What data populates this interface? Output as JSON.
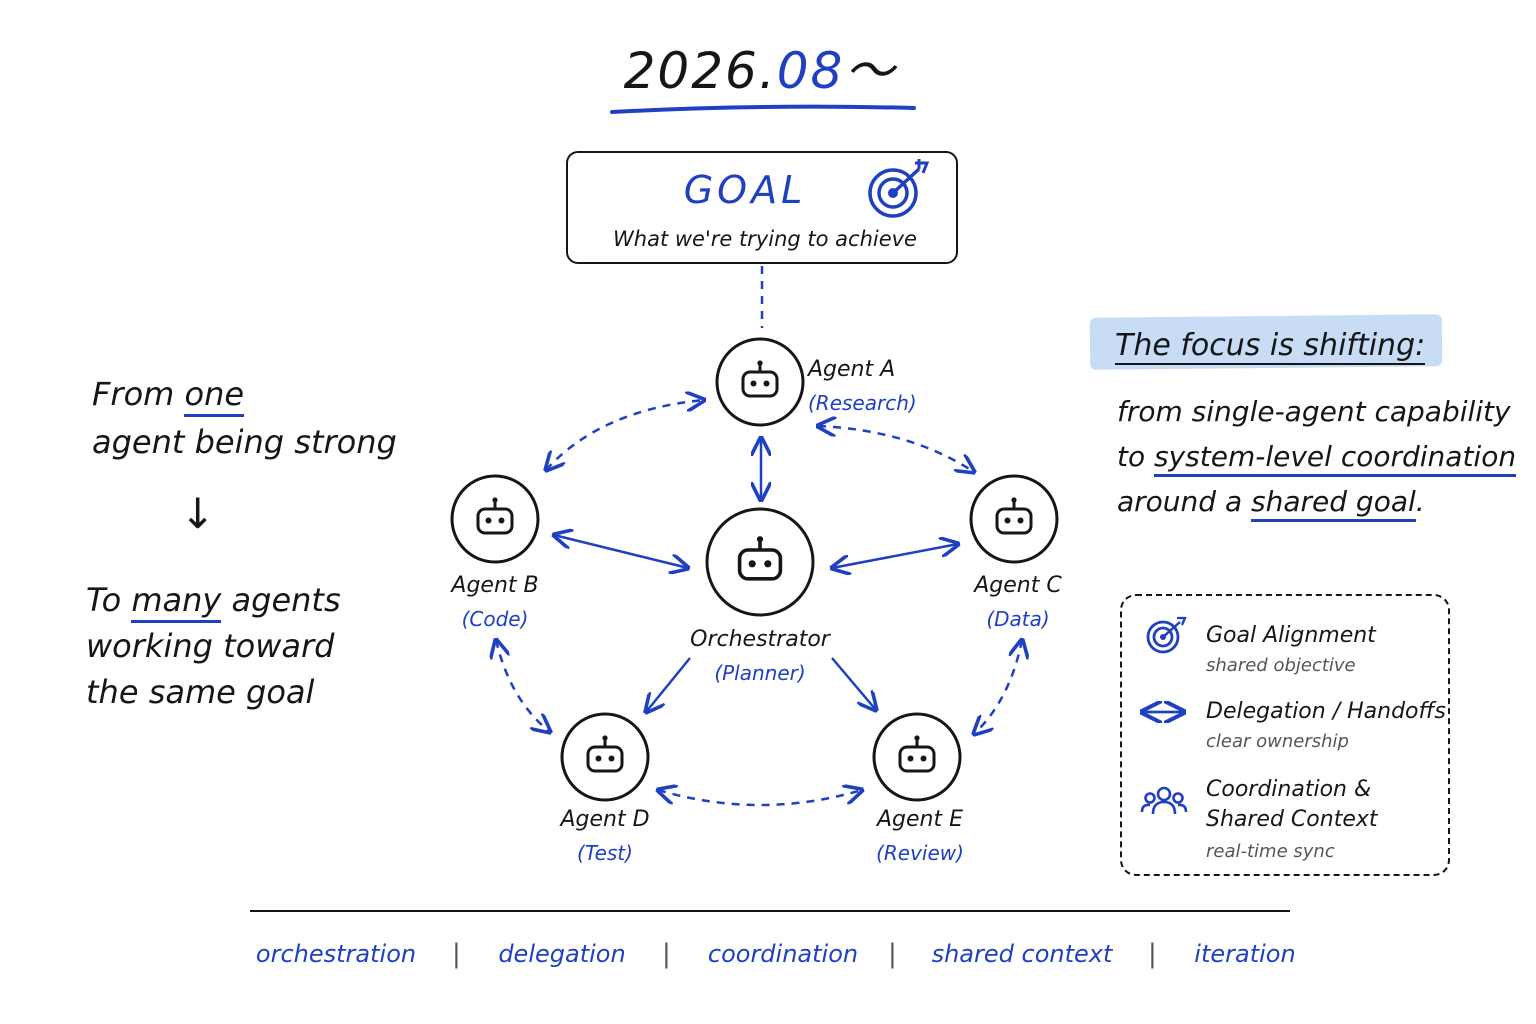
{
  "header": {
    "year": "2026.",
    "month": "08",
    "suffix": "～"
  },
  "goal": {
    "title": "GOAL",
    "subtitle": "What we're trying to achieve",
    "icon": "target-icon"
  },
  "agents": {
    "a": {
      "name": "Agent A",
      "role": "(Research)"
    },
    "b": {
      "name": "Agent B",
      "role": "(Code)"
    },
    "c": {
      "name": "Agent C",
      "role": "(Data)"
    },
    "d": {
      "name": "Agent D",
      "role": "(Test)"
    },
    "e": {
      "name": "Agent E",
      "role": "(Review)"
    },
    "orchestrator": {
      "name": "Orchestrator",
      "role": "(Planner)"
    }
  },
  "left": {
    "line1_pre": "From ",
    "line1_emph": "one",
    "line2": "agent being strong",
    "arrow": "↓",
    "line3_pre": "To ",
    "line3_emph": "many",
    "line3_post": " agents",
    "line4": "working toward",
    "line5": "the same goal"
  },
  "right": {
    "title": "The focus is shifting:",
    "line1": "from single-agent capability",
    "line2_pre": "to ",
    "line2_emph": "system-level coordination",
    "line3_pre": "around a ",
    "line3_emph": "shared goal",
    "line3_post": "."
  },
  "legend": {
    "items": [
      {
        "title": "Goal Alignment",
        "sub": "shared objective",
        "icon": "target-icon"
      },
      {
        "title": "Delegation / Handoffs",
        "sub": "clear ownership",
        "icon": "double-arrow-icon"
      },
      {
        "title": "Coordination &",
        "title2": "Shared Context",
        "sub": "real-time sync",
        "icon": "people-icon"
      }
    ]
  },
  "footer": {
    "words": [
      "orchestration",
      "delegation",
      "coordination",
      "shared context",
      "iteration"
    ],
    "separator": "|"
  },
  "colors": {
    "accent": "#1f40c0",
    "ink": "#161616",
    "highlight": "#c9dcf6"
  }
}
